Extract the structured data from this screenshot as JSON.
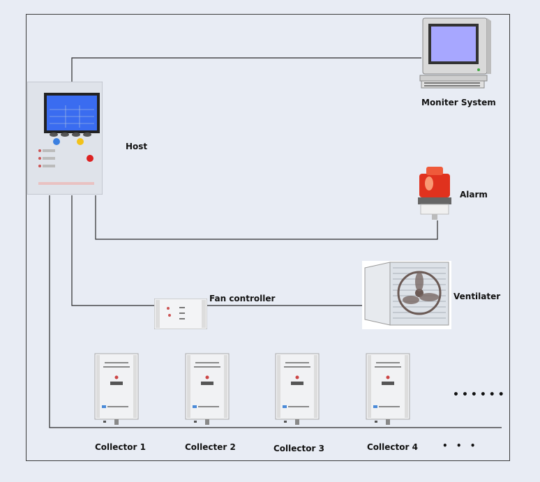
{
  "labels": {
    "monitor": "Moniter System",
    "host": "Host",
    "alarm": "Alarm",
    "fan_controller": "Fan controller",
    "ventilater": "Ventilater",
    "collectors": [
      "Collector 1",
      "Collecter 2",
      "Collector 3",
      "Collector 4"
    ]
  },
  "ellipsis_right": "••••••",
  "ellipsis_bottom": "• • •",
  "colors": {
    "wire": "#2a2a2a",
    "background": "#e8ecf4",
    "screen": "#3a6cf0",
    "alarm": "#e0321e"
  }
}
